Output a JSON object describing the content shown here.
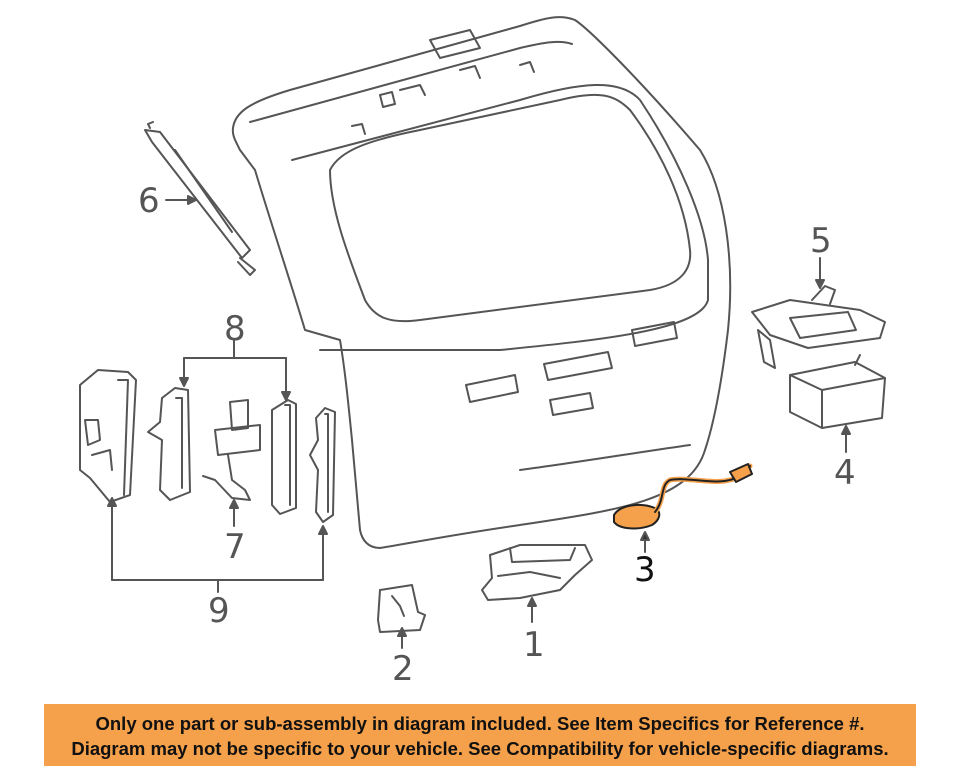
{
  "callouts": {
    "c1": "1",
    "c2": "2",
    "c3": "3",
    "c4": "4",
    "c5": "5",
    "c6": "6",
    "c7": "7",
    "c8": "8",
    "c9": "9"
  },
  "banner": {
    "line1": "Only one part or sub-assembly in diagram included. See Item Specifics for Reference #.",
    "line2": "Diagram may not be specific to your vehicle. See Compatibility for vehicle-specific diagrams."
  },
  "colors": {
    "highlight": "#f5a04a",
    "line": "#555555",
    "banner": "#f5a04a"
  }
}
